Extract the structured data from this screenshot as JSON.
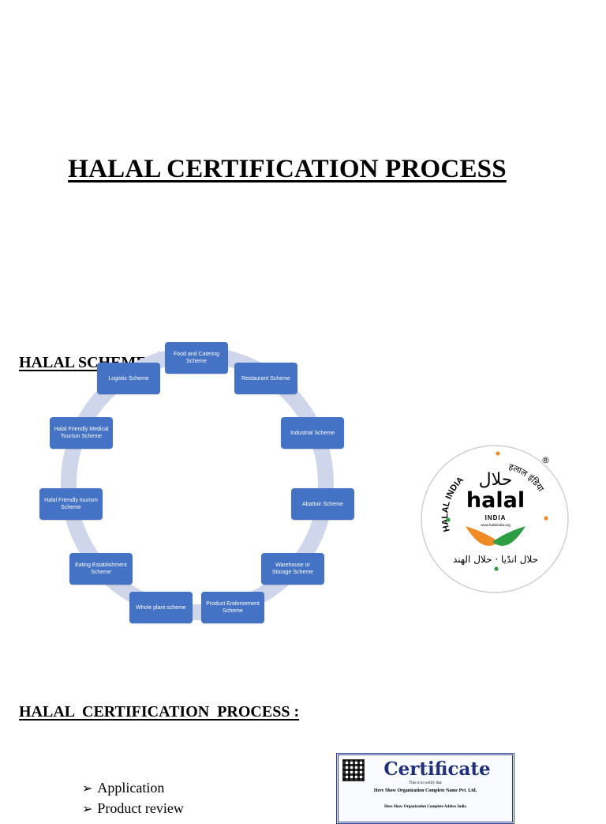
{
  "title": "HALAL CERTIFICATION PROCESS",
  "schemes_heading": "HALAL SCHEMES",
  "process_heading": "HALAL  CERTIFICATION  PROCESS :",
  "schemes": [
    "Food and Catering Scheme",
    "Restaurant Scheme",
    "Industrial Scheme",
    "Abattoir Scheme",
    "Warehouse or Storage Scheme",
    "Product Endorsement Scheme",
    "Whole plant scheme",
    "Eating Establishment Scheme",
    "Halal Friendly tourism Scheme",
    "Halal Friendly Medical Tourism Scheme",
    "Logistic Scheme"
  ],
  "process_steps": [
    "Application",
    "Product review"
  ],
  "logo": {
    "top_text": "HALAL INDIA",
    "hindi_text": "हलाल इंडिया",
    "center_arabic": "حلال",
    "center_word": "halal",
    "center_sub": "INDIA",
    "website": "www.halalindia.org",
    "bottom_arabic": "حلال انڈیا · حلال الهند",
    "registered": "®",
    "accent_orange": "#f08a24",
    "accent_green": "#2e9e44"
  },
  "certificate": {
    "title": "Certificate",
    "line1": "This is to certify that",
    "line2": "Here Show Organization Complete Name Pvt. Ltd.",
    "line3": "Here Show Organization Complete Addres India"
  },
  "colors": {
    "node": "#4472c4",
    "ring": "#cfd5ea"
  }
}
